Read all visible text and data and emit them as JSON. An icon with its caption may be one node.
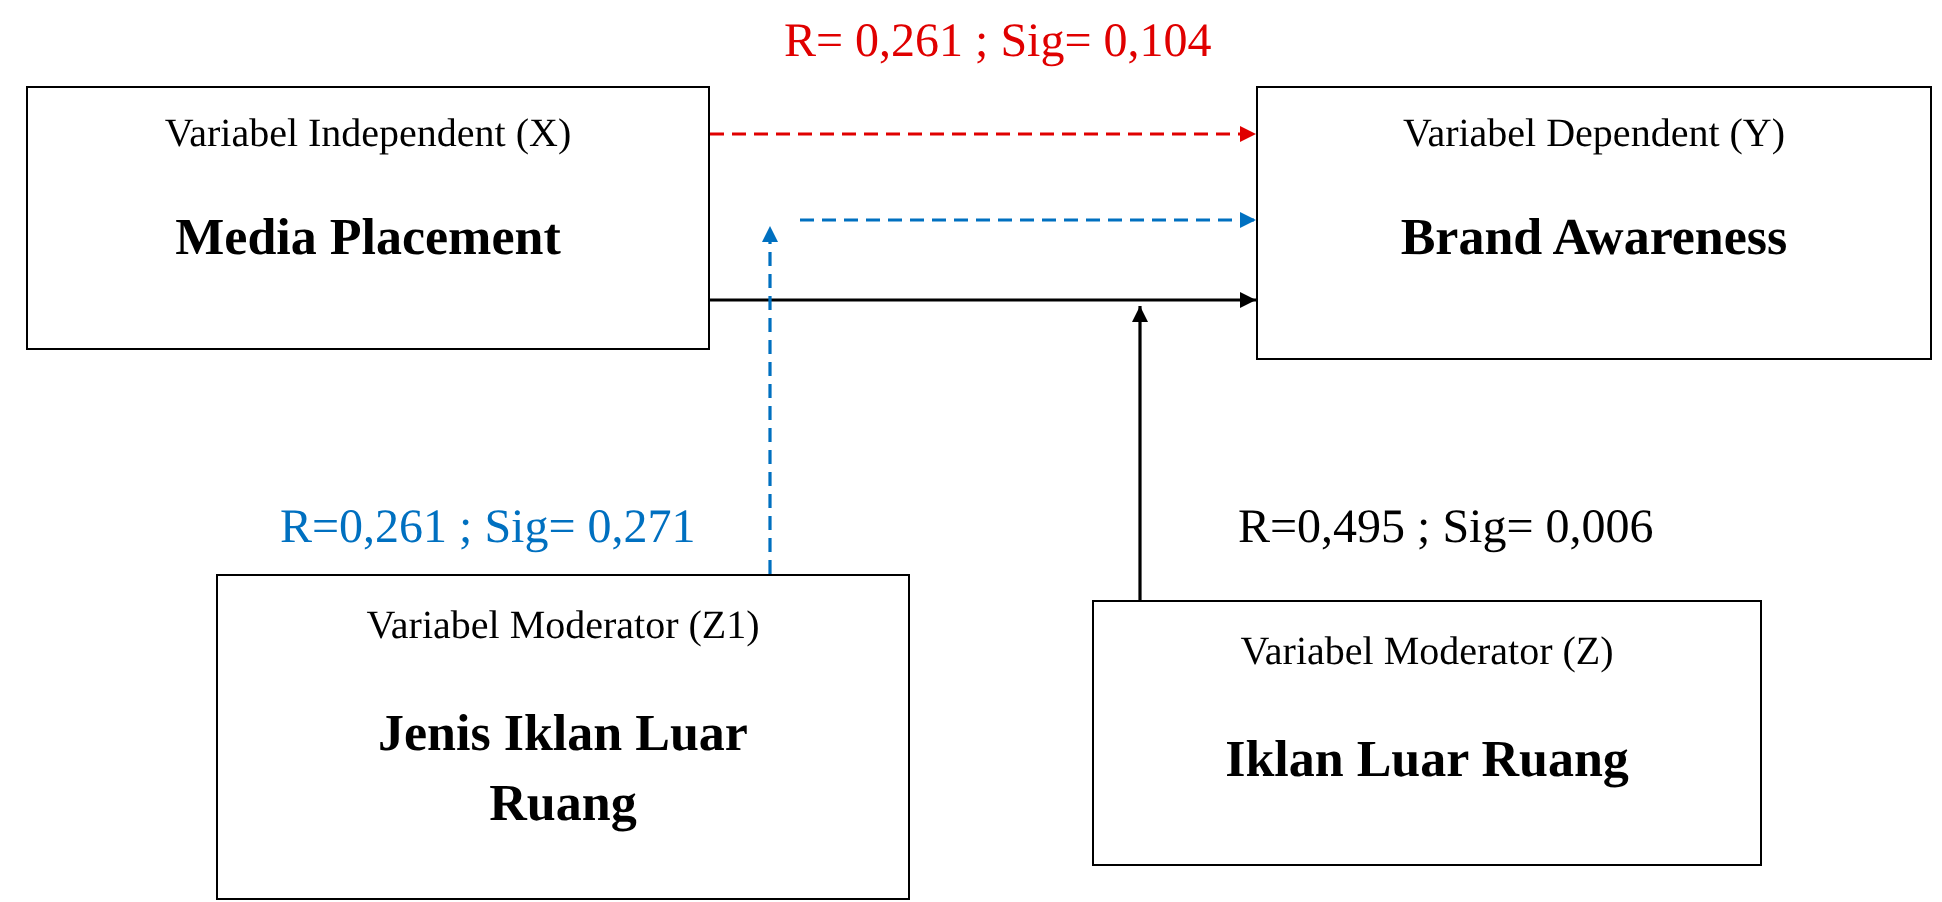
{
  "diagram": {
    "nodes": [
      {
        "text": [
          "Variabel Independent (X)",
          "Media Placement"
        ]
      },
      {
        "text": [
          "Variabel Dependent (Y)",
          "Brand Awareness"
        ]
      },
      {
        "text": [
          "Variabel Moderator (Z1)",
          "Jenis Iklan Luar Ruang"
        ]
      },
      {
        "text": [
          "Variabel Moderator (Z)",
          "Iklan Luar Ruang"
        ]
      }
    ],
    "edges": [
      {
        "from": 0,
        "to": 1,
        "arrow": "to",
        "style": "dashed",
        "color": "#e00000",
        "label": "R= 0,261 ; Sig= 0,104"
      },
      {
        "from": null,
        "to": 1,
        "arrow": "to",
        "style": "dashed",
        "color": "#0070c0"
      },
      {
        "from": 0,
        "to": 1,
        "arrow": "to",
        "color": "#000000"
      },
      {
        "from": 2,
        "to": null,
        "arrow": "to",
        "style": "dashed",
        "color": "#0070c0",
        "label": "R=0,261 ; Sig= 0,271"
      },
      {
        "from": 3,
        "to": null,
        "arrow": "to",
        "color": "#000000",
        "label": "R=0,495 ; Sig= 0,006"
      }
    ]
  }
}
